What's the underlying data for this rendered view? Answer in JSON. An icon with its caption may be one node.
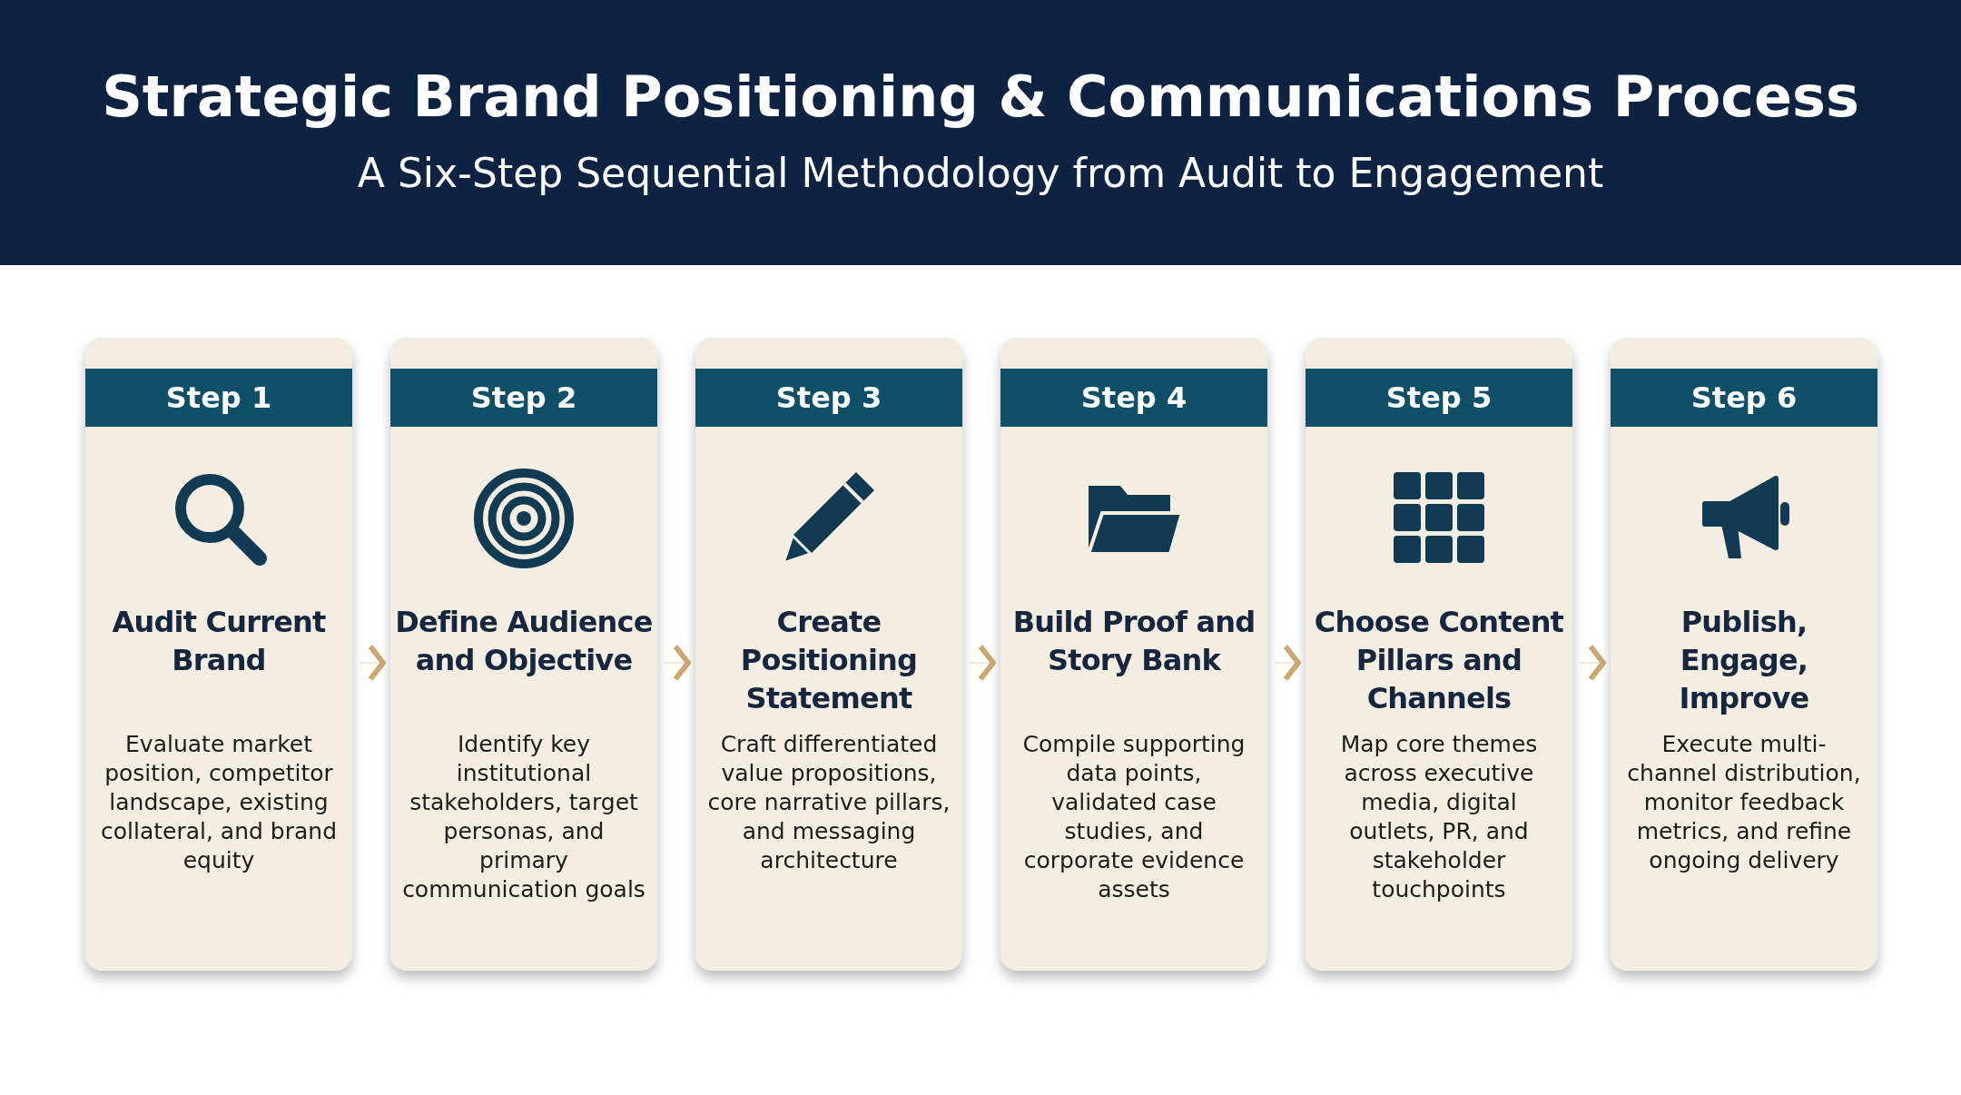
{
  "diagram": {
    "title": "Strategic Brand Positioning & Communications Process",
    "nodes": [
      {
        "text": [
          "Step 1",
          "Audit Current Brand",
          "Evaluate market position, competitor landscape, existing collateral, and brand equity"
        ]
      },
      {
        "text": [
          "Step 2",
          "Define Audience and Objective",
          "Identify key institutional stakeholders, target personas, and primary communication goals"
        ]
      },
      {
        "text": [
          "Step 3",
          "Create Positioning Statement",
          "Craft differentiated value propositions, core narrative pillars, and messaging architecture"
        ]
      },
      {
        "text": [
          "Step 4",
          "Build Proof and Story Bank",
          "Compile supporting data points, validated case studies, and corporate evidence assets"
        ]
      },
      {
        "text": [
          "Step 5",
          "Choose Content Pillars and Channels",
          "Map core themes across executive media, digital outlets, PR, and stakeholder touchpoints"
        ]
      },
      {
        "text": [
          "Step 6",
          "Publish, Engage, Improve",
          "Execute multi-channel distribution, monitor feedback metrics, and refine ongoing delivery"
        ]
      }
    ],
    "edges": [
      {
        "from": 0,
        "to": 1,
        "arrow": "to"
      },
      {
        "from": 1,
        "to": 2,
        "arrow": "to"
      },
      {
        "from": 2,
        "to": 3,
        "arrow": "to"
      },
      {
        "from": 3,
        "to": 4,
        "arrow": "to"
      },
      {
        "from": 4,
        "to": 5,
        "arrow": "to"
      }
    ],
    "labels": [
      "A Six-Step Sequential Methodology from Audit to Engagement"
    ]
  }
}
